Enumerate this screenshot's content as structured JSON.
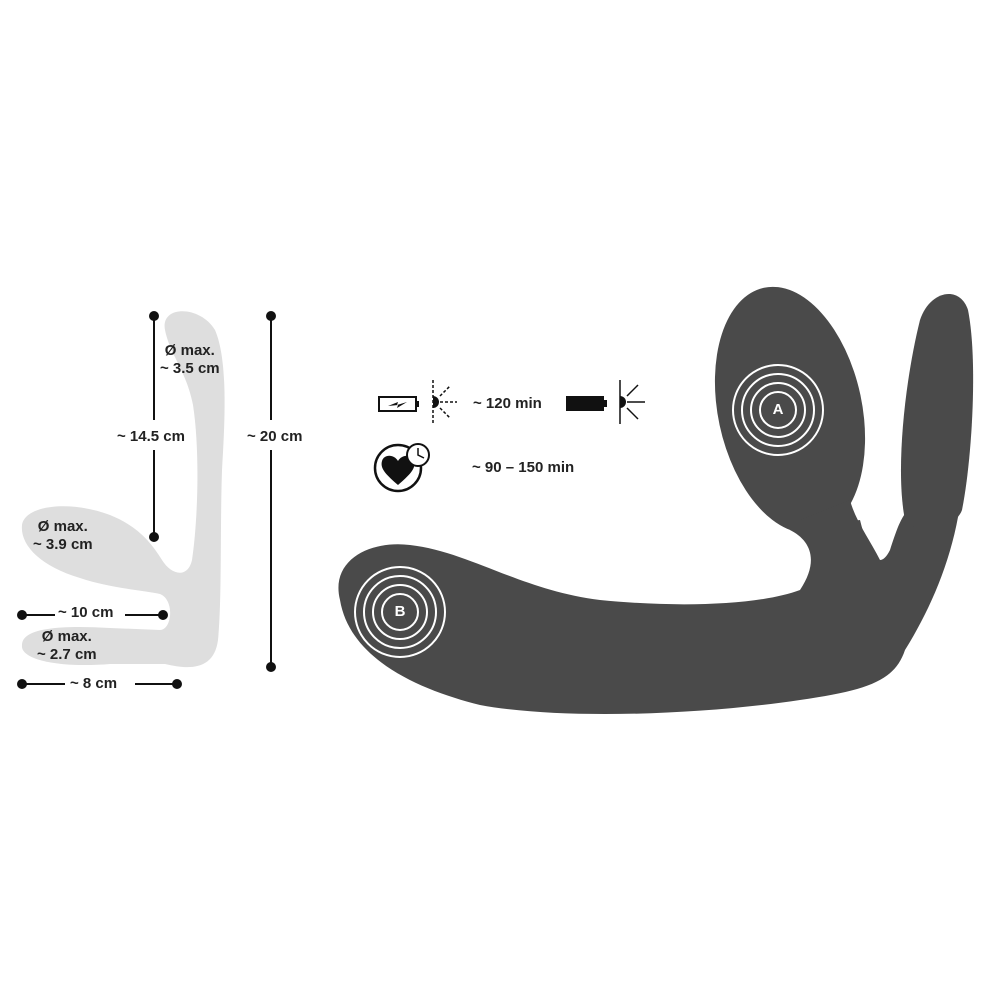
{
  "dimensions": {
    "tip_diameter": {
      "line1": "Ø max.",
      "line2": "~ 3.5 cm"
    },
    "upper_length": "~ 14.5 cm",
    "total_length": "~ 20 cm",
    "middle_diameter": {
      "line1": "Ø max.",
      "line2": "~ 3.9 cm"
    },
    "middle_length": "~ 10 cm",
    "lower_diameter": {
      "line1": "Ø max.",
      "line2": "~ 2.7 cm"
    },
    "lower_length": "~ 8 cm"
  },
  "specs": {
    "charge_time": "~ 120 min",
    "run_time": "~ 90 – 150 min"
  },
  "product": {
    "zone_a_label": "A",
    "zone_b_label": "B"
  },
  "colors": {
    "silhouette": "#dedede",
    "product": "#4a4a4a",
    "text": "#222222"
  }
}
